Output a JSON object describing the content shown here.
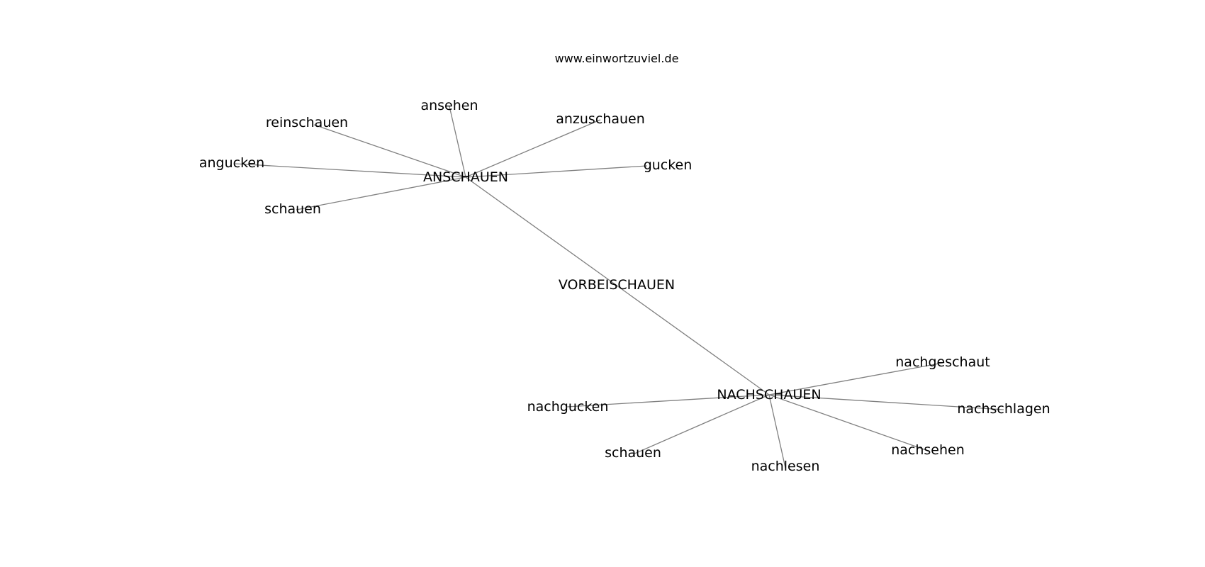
{
  "site": "www.einwortzuviel.de",
  "nodes": {
    "vorbeischauen": "VORBEISCHAUEN",
    "anschauen": "ANSCHAUEN",
    "nachschauen": "NACHSCHAUEN",
    "ansehen": "ansehen",
    "reinschauen": "reinschauen",
    "anzuschauen": "anzuschauen",
    "angucken": "angucken",
    "gucken": "gucken",
    "schauen_a": "schauen",
    "nachgeschaut": "nachgeschaut",
    "nachgucken": "nachgucken",
    "nachschlagen": "nachschlagen",
    "schauen_n": "schauen",
    "nachsehen": "nachsehen",
    "nachlesen": "nachlesen"
  },
  "edges": [
    [
      "anschauen",
      "nachschauen"
    ],
    [
      "anschauen",
      "ansehen"
    ],
    [
      "anschauen",
      "reinschauen"
    ],
    [
      "anschauen",
      "anzuschauen"
    ],
    [
      "anschauen",
      "angucken"
    ],
    [
      "anschauen",
      "gucken"
    ],
    [
      "anschauen",
      "schauen_a"
    ],
    [
      "nachschauen",
      "nachgeschaut"
    ],
    [
      "nachschauen",
      "nachgucken"
    ],
    [
      "nachschauen",
      "nachschlagen"
    ],
    [
      "nachschauen",
      "schauen_n"
    ],
    [
      "nachschauen",
      "nachsehen"
    ],
    [
      "nachschauen",
      "nachlesen"
    ]
  ]
}
